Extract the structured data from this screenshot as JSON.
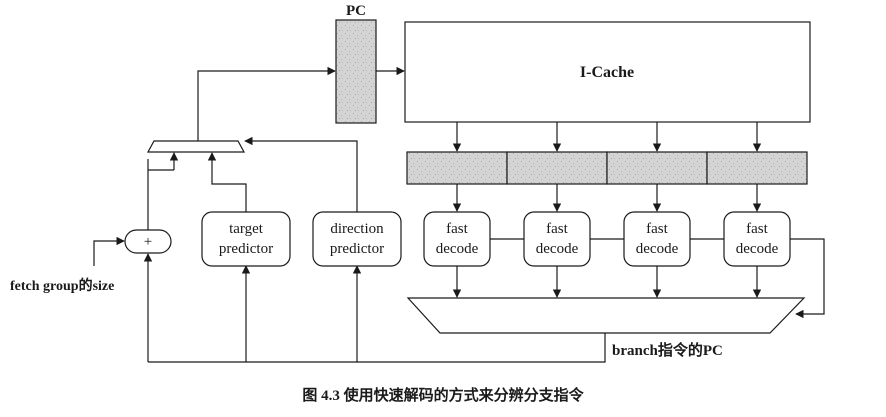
{
  "pc_label": "PC",
  "icache_label": "I-Cache",
  "adder_symbol": "+",
  "target_predictor": {
    "line1": "target",
    "line2": "predictor"
  },
  "direction_predictor": {
    "line1": "direction",
    "line2": "predictor"
  },
  "fast_decode": [
    {
      "line1": "fast",
      "line2": "decode"
    },
    {
      "line1": "fast",
      "line2": "decode"
    },
    {
      "line1": "fast",
      "line2": "decode"
    },
    {
      "line1": "fast",
      "line2": "decode"
    }
  ],
  "fetch_group_label": "fetch group的size",
  "branch_pc_label": "branch指令的PC",
  "caption": "图 4.3   使用快速解码的方式来分辨分支指令"
}
